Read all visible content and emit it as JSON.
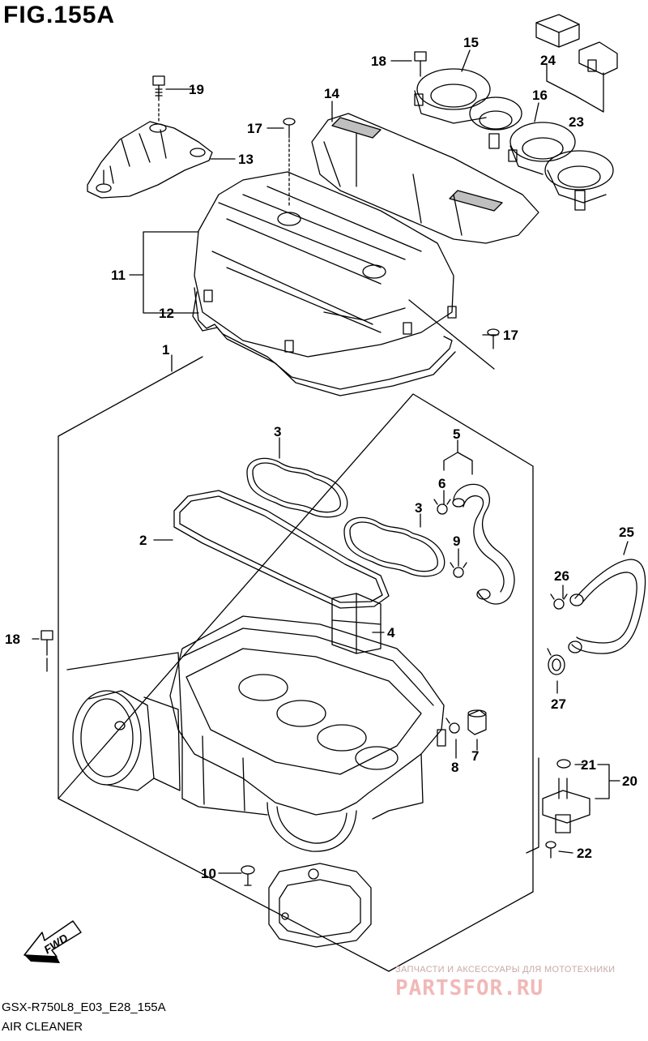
{
  "figure": {
    "title": "FIG.155A",
    "model_code": "GSX-R750L8_E03_E28_155A",
    "name": "AIR CLEANER",
    "fwd_label": "FWD"
  },
  "callouts": [
    {
      "id": "c1",
      "label": "1"
    },
    {
      "id": "c2",
      "label": "2"
    },
    {
      "id": "c3a",
      "label": "3"
    },
    {
      "id": "c3b",
      "label": "3"
    },
    {
      "id": "c4",
      "label": "4"
    },
    {
      "id": "c5",
      "label": "5"
    },
    {
      "id": "c6",
      "label": "6"
    },
    {
      "id": "c7",
      "label": "7"
    },
    {
      "id": "c8",
      "label": "8"
    },
    {
      "id": "c9",
      "label": "9"
    },
    {
      "id": "c10",
      "label": "10"
    },
    {
      "id": "c11",
      "label": "11"
    },
    {
      "id": "c12",
      "label": "12"
    },
    {
      "id": "c13",
      "label": "13"
    },
    {
      "id": "c14",
      "label": "14"
    },
    {
      "id": "c15",
      "label": "15"
    },
    {
      "id": "c16",
      "label": "16"
    },
    {
      "id": "c17a",
      "label": "17"
    },
    {
      "id": "c17b",
      "label": "17"
    },
    {
      "id": "c18a",
      "label": "18"
    },
    {
      "id": "c18b",
      "label": "18"
    },
    {
      "id": "c19",
      "label": "19"
    },
    {
      "id": "c20",
      "label": "20"
    },
    {
      "id": "c21",
      "label": "21"
    },
    {
      "id": "c22",
      "label": "22"
    },
    {
      "id": "c23",
      "label": "23"
    },
    {
      "id": "c24",
      "label": "24"
    },
    {
      "id": "c25",
      "label": "25"
    },
    {
      "id": "c26",
      "label": "26"
    },
    {
      "id": "c27",
      "label": "27"
    }
  ],
  "watermark": {
    "line1": "ЗАПЧАСТИ И АКСЕССУАРЫ ДЛЯ МОТОТЕХНИКИ",
    "logo": "PARTSFOR.RU"
  },
  "colors": {
    "line": "#000000",
    "watermark_text": "#c9a8a8",
    "watermark_logo": "#f1b8b8"
  }
}
